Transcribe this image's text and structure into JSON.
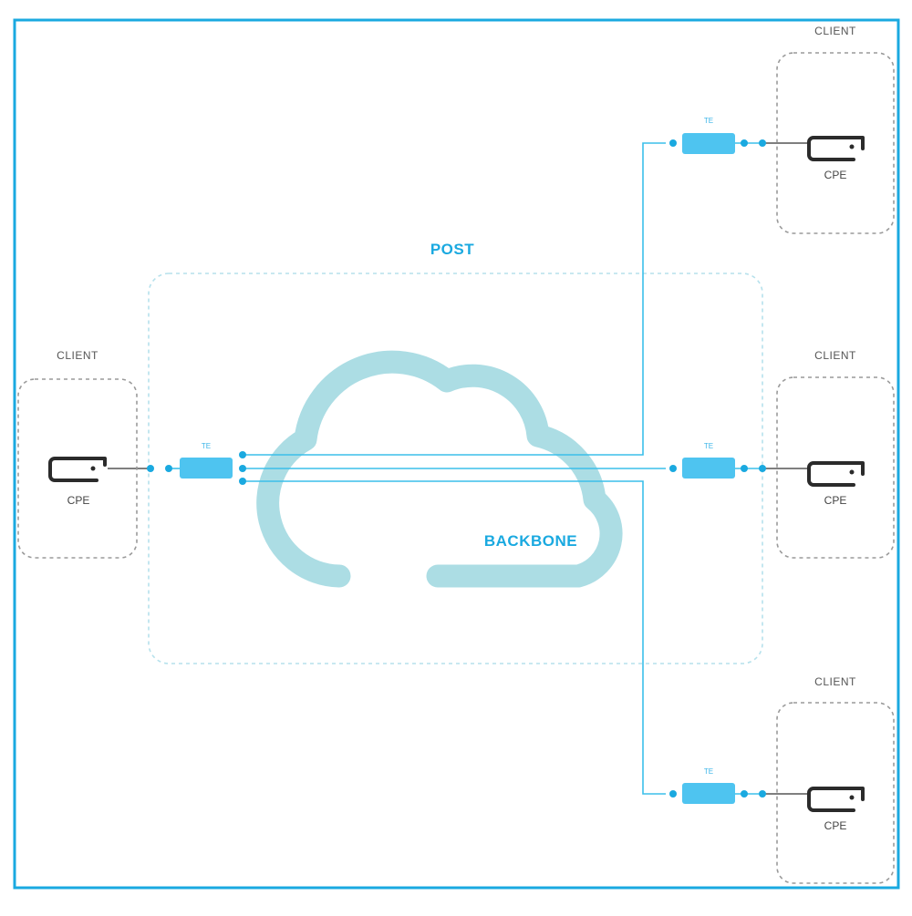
{
  "labels": {
    "post": "POST",
    "backbone": "BACKBONE",
    "client": "CLIENT",
    "cpe": "CPE",
    "te": "TE"
  },
  "colors": {
    "frame": "#1aa9e0",
    "cloud": "#acdde4",
    "link": "#3bbfea",
    "te_box": "#4ec4f0",
    "dot": "#1aa9e0",
    "cpe_icon": "#2b2b2b",
    "dashed_box": "#9a9a9a",
    "post_box": "#b6e1ec"
  },
  "icons": {
    "cpe": "router-icon",
    "te": "terminal-equipment-icon"
  }
}
